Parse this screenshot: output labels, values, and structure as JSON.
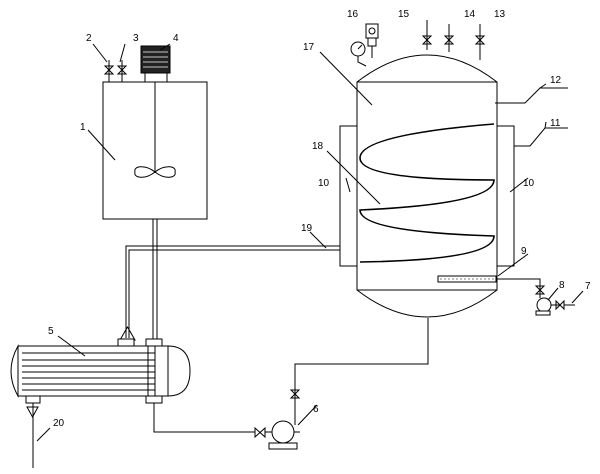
{
  "diagram": {
    "labels": {
      "l1": "1",
      "l2": "2",
      "l3": "3",
      "l4": "4",
      "l5": "5",
      "l6": "6",
      "l7": "7",
      "l8": "8",
      "l9": "9",
      "l10a": "10",
      "l10b": "10",
      "l11": "11",
      "l12": "12",
      "l13": "13",
      "l14": "14",
      "l15": "15",
      "l16": "16",
      "l17": "17",
      "l18": "18",
      "l19": "19",
      "l20": "20"
    }
  }
}
